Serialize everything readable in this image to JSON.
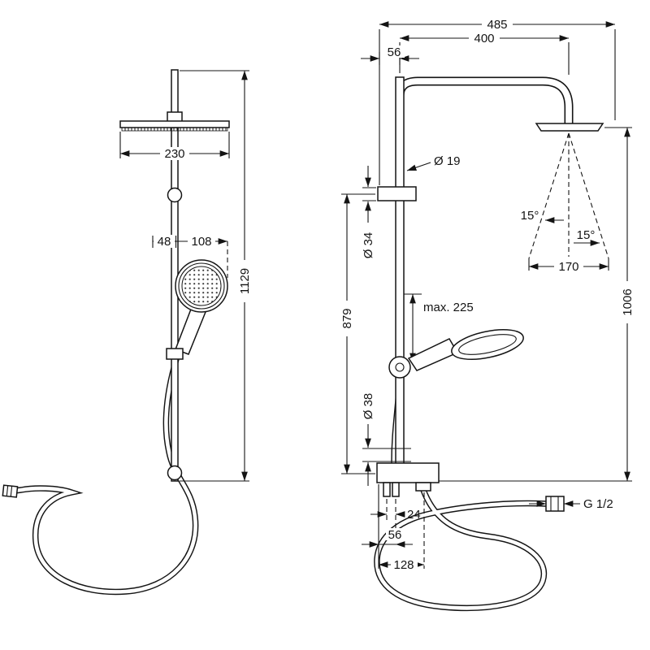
{
  "drawing": {
    "ink_color": "#141414",
    "front_view": {
      "head_width": "230",
      "handshower_offset": "48",
      "handshower_diameter": "108",
      "total_height": "1129"
    },
    "side_view": {
      "overall_depth": "485",
      "arm_reach": "400",
      "wall_to_riser": "56",
      "arm_pipe_diameter": "Ø 19",
      "bracket_diameter": "Ø 34",
      "riser_height": "879",
      "head_height": "1006",
      "spray_angle_left": "15°",
      "spray_angle_right": "15°",
      "spray_width": "170",
      "handshower_travel": "max. 225",
      "lower_diameter": "Ø 38",
      "outlet_spacing": "24",
      "outlet_offset": "56",
      "outlet_width": "128",
      "thread": "G 1/2"
    }
  }
}
